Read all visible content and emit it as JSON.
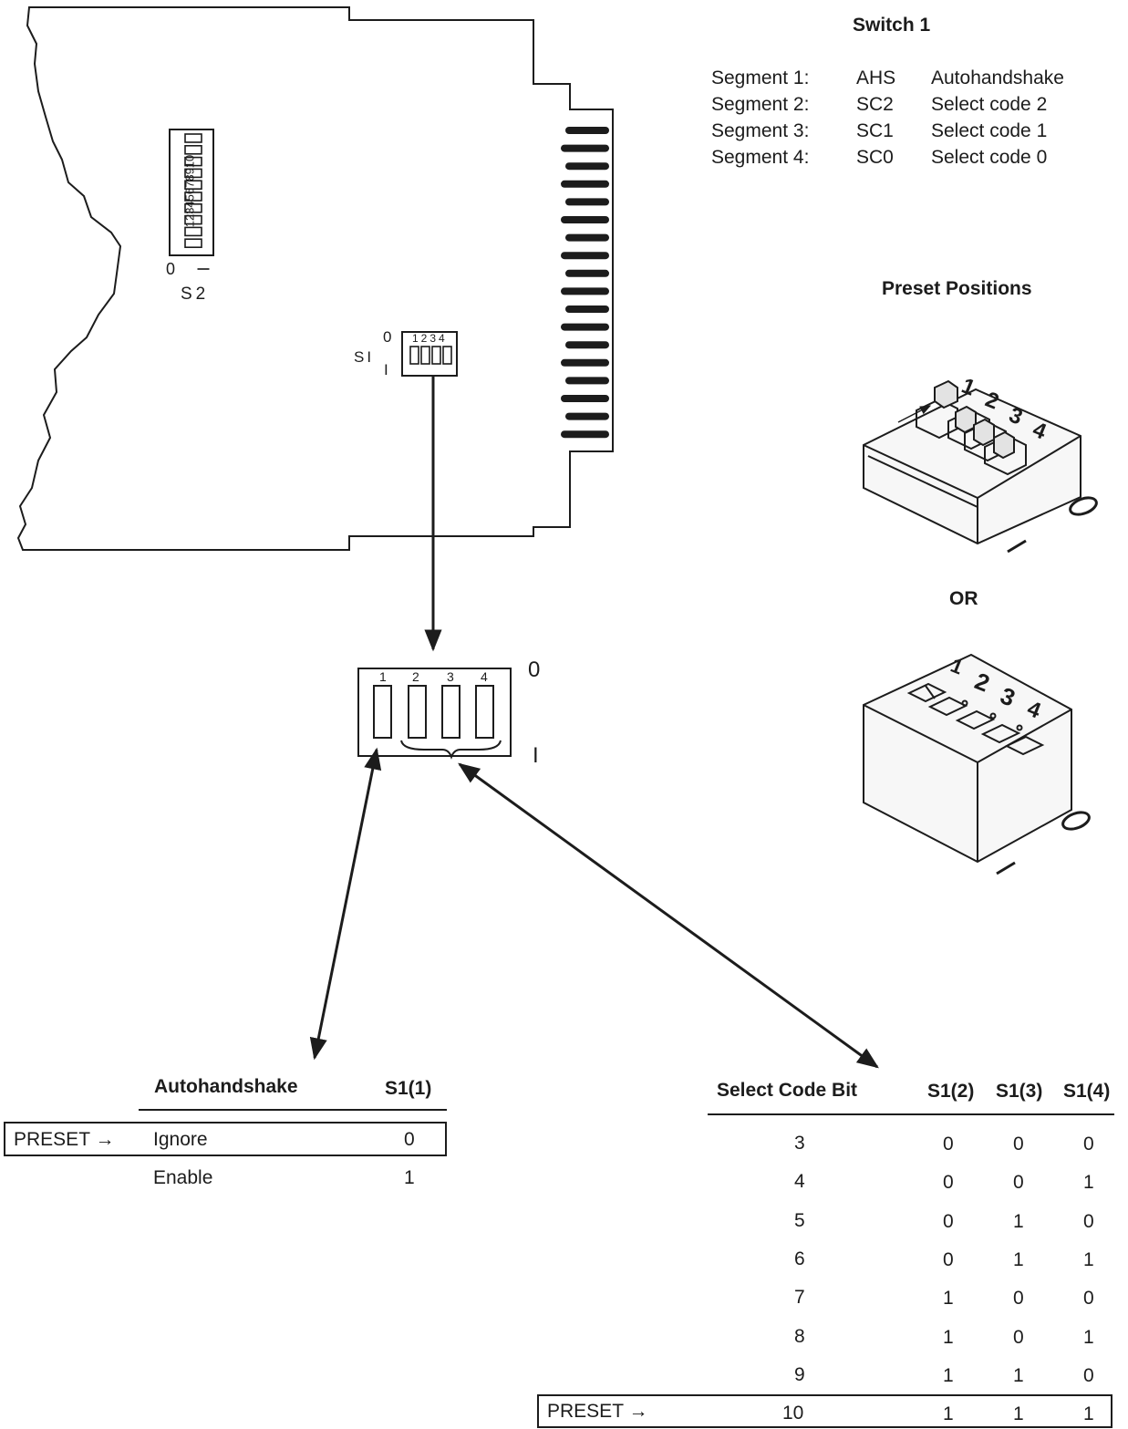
{
  "board": {
    "s2_label": "S2",
    "s2_zero": "0",
    "s2_one": "I",
    "s2_numbers": "12345678910",
    "s1_label": "SI",
    "s1_zero": "0",
    "s1_one": "I",
    "s1_numbers": "1234"
  },
  "enlarged_switch": {
    "segment_numbers": [
      "1",
      "2",
      "3",
      "4"
    ],
    "zero": "0",
    "one": "I"
  },
  "switch1": {
    "title": "Switch 1",
    "segments": [
      {
        "segment": "Segment 1:",
        "code": "AHS",
        "description": "Autohandshake"
      },
      {
        "segment": "Segment 2:",
        "code": "SC2",
        "description": "Select code 2"
      },
      {
        "segment": "Segment 3:",
        "code": "SC1",
        "description": "Select code 1"
      },
      {
        "segment": "Segment 4:",
        "code": "SC0",
        "description": "Select code 0"
      }
    ]
  },
  "preset_positions": {
    "title": "Preset Positions",
    "or_label": "OR",
    "segment_numbers": [
      "1",
      "2",
      "3",
      "4"
    ],
    "zero": "O",
    "one": "I"
  },
  "autohandshake_table": {
    "header": "Autohandshake",
    "col_header": "S1(1)",
    "preset_label": "PRESET →",
    "rows": [
      {
        "label": "Ignore",
        "value": "0"
      },
      {
        "label": "Enable",
        "value": "1"
      }
    ]
  },
  "select_code_table": {
    "header": "Select Code Bit",
    "col_headers": [
      "S1(2)",
      "S1(3)",
      "S1(4)"
    ],
    "preset_label": "PRESET →",
    "rows": [
      {
        "code": "3",
        "values": [
          "0",
          "0",
          "0"
        ]
      },
      {
        "code": "4",
        "values": [
          "0",
          "0",
          "1"
        ]
      },
      {
        "code": "5",
        "values": [
          "0",
          "1",
          "0"
        ]
      },
      {
        "code": "6",
        "values": [
          "0",
          "1",
          "1"
        ]
      },
      {
        "code": "7",
        "values": [
          "1",
          "0",
          "0"
        ]
      },
      {
        "code": "8",
        "values": [
          "1",
          "0",
          "1"
        ]
      },
      {
        "code": "9",
        "values": [
          "1",
          "1",
          "0"
        ]
      },
      {
        "code": "10",
        "values": [
          "1",
          "1",
          "1"
        ]
      }
    ]
  }
}
